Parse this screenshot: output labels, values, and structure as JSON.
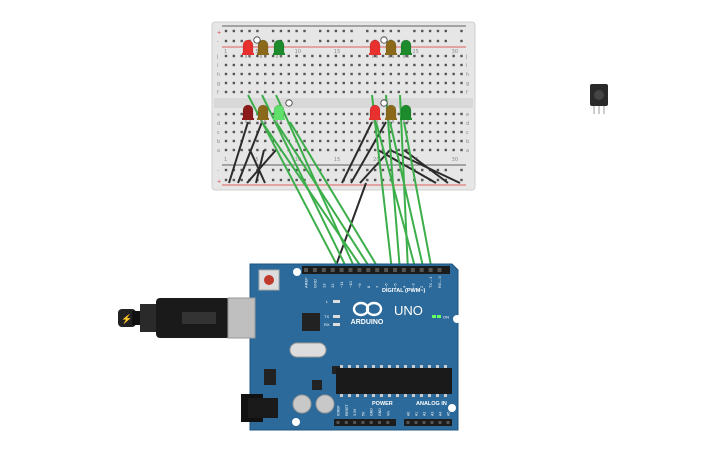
{
  "board": {
    "name": "UNO",
    "brand": "ARDUINO",
    "digital_header": "DIGITAL (PWM~)",
    "analog_header": "ANALOG IN",
    "power_header": "POWER",
    "on_label": "ON",
    "led_l": "L",
    "led_tx": "TX",
    "led_rx": "RX",
    "digital_pins": [
      "AREF",
      "GND",
      "13",
      "12",
      "~11",
      "~10",
      "~9",
      "8",
      "7",
      "~6",
      "~5",
      "4",
      "~3",
      "2",
      "TX→1",
      "RX←0"
    ],
    "power_pins": [
      "IOREF",
      "RESET",
      "3.3V",
      "5V",
      "GND",
      "GND",
      "Vin"
    ],
    "analog_pins": [
      "A0",
      "A1",
      "A2",
      "A3",
      "A4",
      "A5"
    ]
  },
  "breadboard": {
    "row_letters": [
      "j",
      "i",
      "h",
      "g",
      "f",
      "e",
      "d",
      "c",
      "b",
      "a"
    ],
    "col_numbers": [
      "1",
      "5",
      "10",
      "15",
      "20",
      "25",
      "30"
    ]
  },
  "leds": [
    {
      "name": "led-red-1",
      "color": "#e8302e"
    },
    {
      "name": "led-amber-1",
      "color": "#8a6a1a"
    },
    {
      "name": "led-green-1",
      "color": "#1d8a2c"
    },
    {
      "name": "led-red-2",
      "color": "#e8302e"
    },
    {
      "name": "led-amber-2",
      "color": "#8a6a1a"
    },
    {
      "name": "led-green-2",
      "color": "#1d8a2c"
    },
    {
      "name": "led-red-3",
      "color": "#8c1a1a"
    },
    {
      "name": "led-amber-3",
      "color": "#8a6a1a"
    },
    {
      "name": "led-green-3-lit",
      "color": "#5fe06a"
    },
    {
      "name": "led-red-4",
      "color": "#e8302e"
    },
    {
      "name": "led-amber-4",
      "color": "#8a6a1a"
    },
    {
      "name": "led-green-4",
      "color": "#1d8a2c"
    }
  ],
  "colors": {
    "board_blue": "#2b6a9a",
    "wire_green": "#3cae4a",
    "wire_black": "#2b2b2b",
    "breadboard": "#e4e4e4"
  }
}
